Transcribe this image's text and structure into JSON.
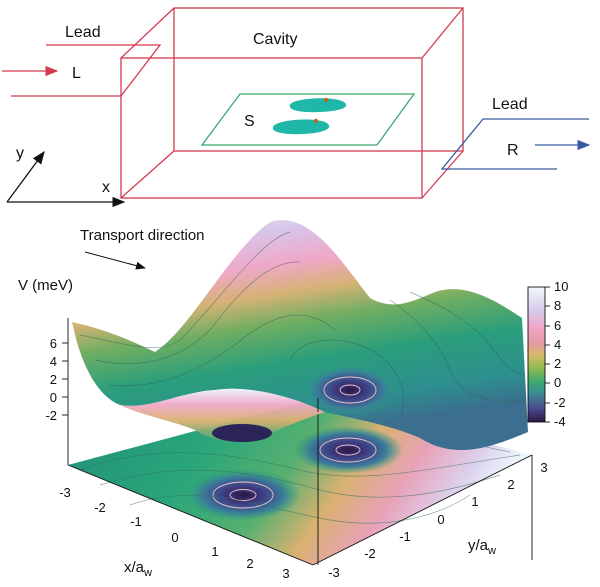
{
  "schematic": {
    "lead_left_label": "Lead",
    "lead_left_letter": "L",
    "cavity_label": "Cavity",
    "sample_label": "S",
    "lead_right_label": "Lead",
    "lead_right_letter": "R",
    "axis_x": "x",
    "axis_y": "y"
  },
  "colors": {
    "cavity": "#d43a4e",
    "lead_left": "#d43a4e",
    "lead_right": "#3a5aa0",
    "sample_frame": "#3aa870",
    "blob": "#1fb7a8",
    "axes": "#111111"
  },
  "plot": {
    "transport_label": "Transport direction",
    "v_axis_label": "V (meV)",
    "v_ticks": [
      "6",
      "4",
      "2",
      "0",
      "-2"
    ],
    "x_axis_label": "x/a",
    "x_axis_sub": "w",
    "x_ticks": [
      "-3",
      "-2",
      "-1",
      "0",
      "1",
      "2",
      "3"
    ],
    "y_axis_label": "y/a",
    "y_axis_sub": "w",
    "y_ticks": [
      "-3",
      "-2",
      "-1",
      "0",
      "1",
      "2",
      "3"
    ],
    "colorbar_ticks": [
      "10",
      "8",
      "6",
      "4",
      "2",
      "0",
      "-2",
      "-4"
    ],
    "colorbar_range": [
      -4,
      10
    ]
  }
}
